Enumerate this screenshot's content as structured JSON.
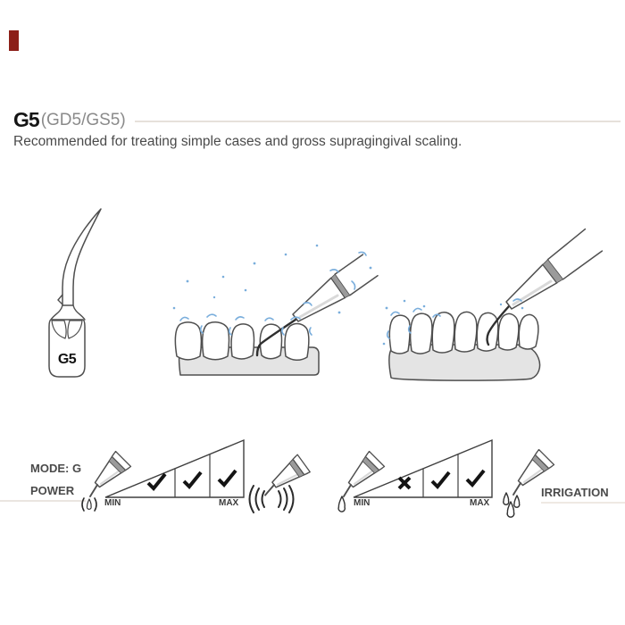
{
  "header": {
    "code": "G5",
    "variants": "(GD5/GS5)",
    "description": "Recommended for treating simple cases and gross supragingival scaling."
  },
  "tip": {
    "label": "G5"
  },
  "mode_power": {
    "mode_label": "MODE: G",
    "power_label": "POWER",
    "irrigation_label": "IRRIGATION",
    "power_scale": {
      "min_label": "MIN",
      "max_label": "MAX",
      "marks": [
        "check",
        "check",
        "check"
      ]
    },
    "irrigation_scale": {
      "min_label": "MIN",
      "max_label": "MAX",
      "marks": [
        "cross",
        "check",
        "check"
      ]
    }
  },
  "icons": {
    "power_min": "handpiece-light-spray-icon",
    "power_max": "handpiece-vibration-icon",
    "irrigation_min": "handpiece-single-drop-icon",
    "irrigation_max": "handpiece-three-drops-icon"
  },
  "colors": {
    "accent_red": "#8c1f18",
    "splash_blue": "#7aaedc",
    "rule_gray": "#e6e1db",
    "text_dark": "#4a4a4a"
  }
}
